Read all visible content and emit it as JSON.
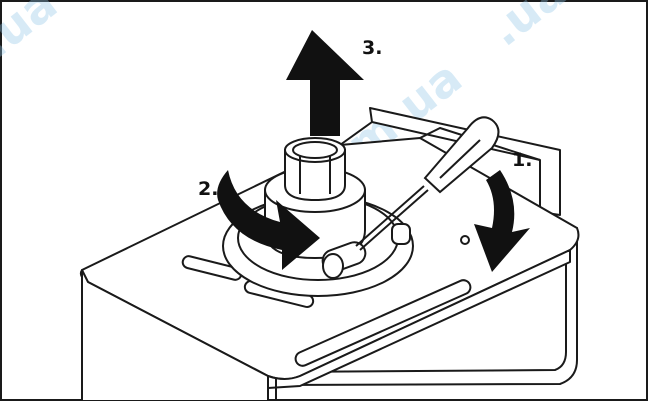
{
  "steps": [
    {
      "label": "1."
    },
    {
      "label": "2."
    },
    {
      "label": "3."
    }
  ],
  "watermark": {
    "text_a": "vaillant.com.ua",
    "text_b": ".ua"
  },
  "colors": {
    "line": "#1a1a1a",
    "arrow": "#111111",
    "background": "#ffffff",
    "watermark": "#8fc6e8"
  }
}
